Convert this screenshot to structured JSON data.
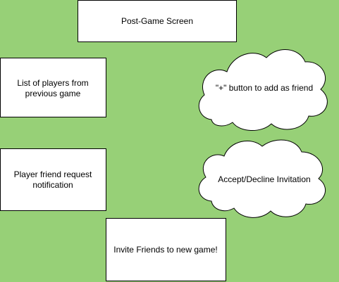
{
  "diagram": {
    "background_color": "#97d077",
    "box_fill": "#ffffff",
    "stroke_color": "#000000",
    "nodes": {
      "post_game_screen": {
        "shape": "rectangle",
        "label": "Post-Game Screen"
      },
      "players_list": {
        "shape": "rectangle",
        "label_line1": "List of players from",
        "label_line2": "previous game"
      },
      "add_friend_button": {
        "shape": "cloud",
        "label": "\"+\" button to add as friend"
      },
      "friend_request_notification": {
        "shape": "rectangle",
        "label_line1": "Player friend request",
        "label_line2": "notification"
      },
      "accept_decline": {
        "shape": "cloud",
        "label": "Accept/Decline Invitation"
      },
      "invite_friends": {
        "shape": "rectangle",
        "label": "Invite Friends to new game!"
      }
    }
  }
}
